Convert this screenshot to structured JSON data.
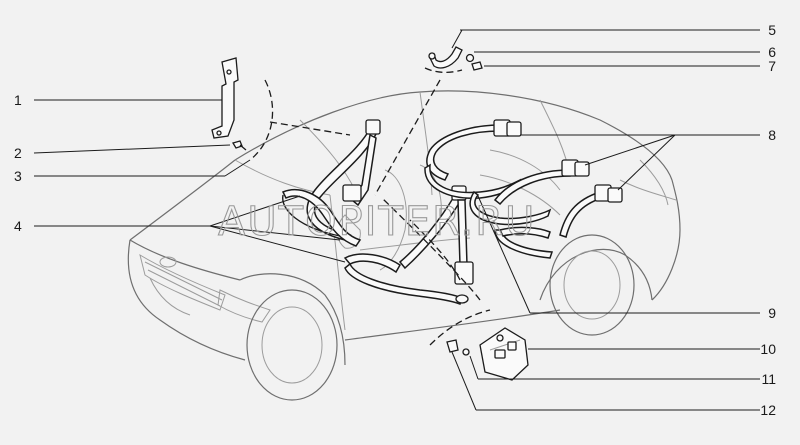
{
  "watermark": "AUTOPITER.RU",
  "callouts": [
    {
      "label": "1"
    },
    {
      "label": "2"
    },
    {
      "label": "3"
    },
    {
      "label": "4"
    },
    {
      "label": "5"
    },
    {
      "label": "6"
    },
    {
      "label": "7"
    },
    {
      "label": "8"
    },
    {
      "label": "9"
    },
    {
      "label": "10"
    },
    {
      "label": "11"
    },
    {
      "label": "12"
    }
  ]
}
